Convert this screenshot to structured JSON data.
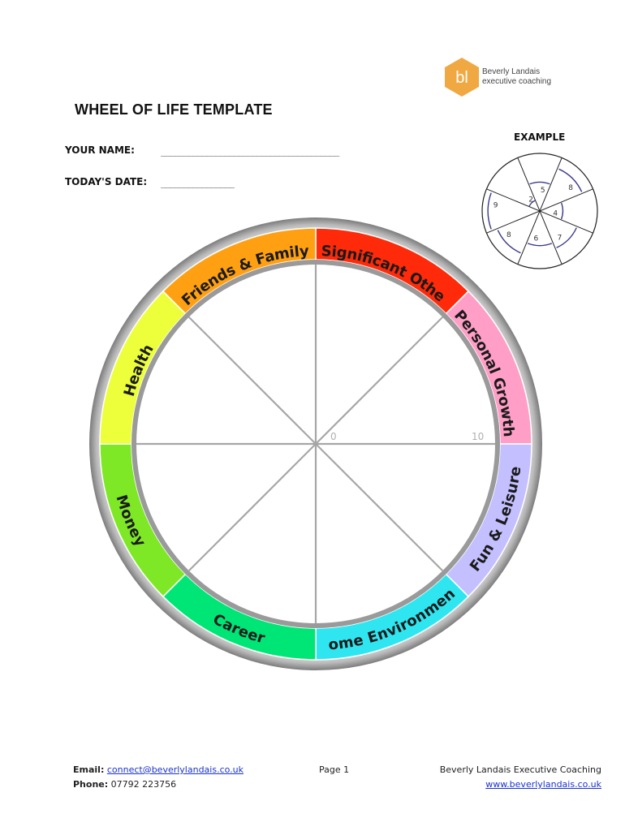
{
  "logo": {
    "monogram": "bl",
    "name": "Beverly Landais",
    "subtitle": "executive coaching",
    "color": "#f0a842"
  },
  "title": "WHEEL OF LIFE TEMPLATE",
  "form": {
    "name_label": "YOUR NAME:",
    "name_line": "_______________________________________",
    "date_label": "TODAY'S DATE:",
    "date_line": "________________"
  },
  "example": {
    "label": "EXAMPLE",
    "scores": [
      "5",
      "8",
      "4",
      "7",
      "6",
      "8",
      "9",
      "2"
    ],
    "score_values": [
      5,
      8,
      4,
      7,
      6,
      8,
      9,
      2
    ],
    "score_color": "#3a3a8c"
  },
  "wheel": {
    "segments": [
      {
        "label": "Significant Other",
        "color": "#ff2a0a"
      },
      {
        "label": "Personal Growth",
        "color": "#ff9ec7"
      },
      {
        "label": "Fun & Leisure",
        "color": "#c4c0ff"
      },
      {
        "label": "Home Environment",
        "color": "#2fe6f0"
      },
      {
        "label": "Career",
        "color": "#00e676"
      },
      {
        "label": "Money",
        "color": "#7ee826"
      },
      {
        "label": "Health",
        "color": "#ecff3a"
      },
      {
        "label": "Friends & Family",
        "color": "#ffa012"
      }
    ],
    "scale_min": "0",
    "scale_max": "10"
  },
  "footer": {
    "email_label": "Email:",
    "email": "connect@beverlylandais.co.uk",
    "phone_label": "Phone:",
    "phone": "07792 223756",
    "page": "Page 1",
    "company": "Beverly Landais Executive Coaching",
    "website": "www.beverlylandais.co.uk"
  }
}
